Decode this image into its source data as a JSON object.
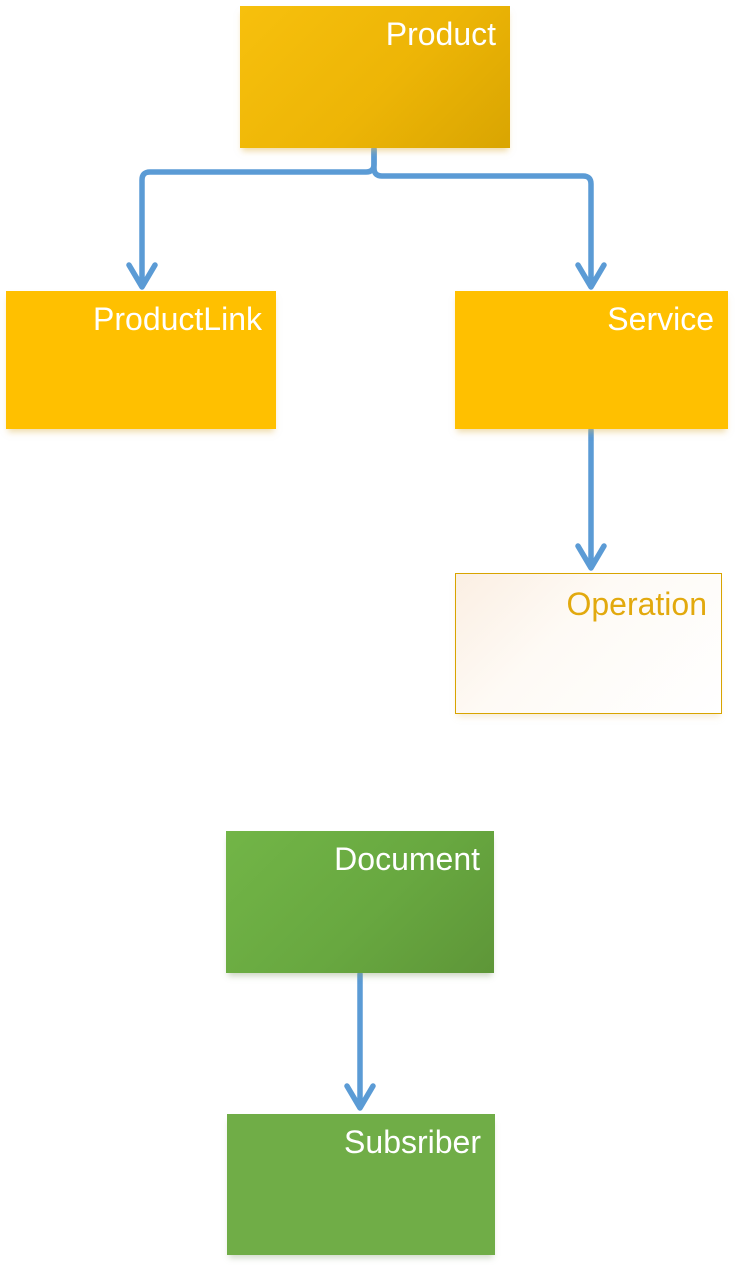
{
  "diagram": {
    "title": "",
    "nodes": {
      "product": {
        "label": "Product",
        "style": "gold-gradient"
      },
      "productlink": {
        "label": "ProductLink",
        "style": "gold-flat"
      },
      "service": {
        "label": "Service",
        "style": "gold-flat"
      },
      "operation": {
        "label": "Operation",
        "style": "white-gold-outline"
      },
      "document": {
        "label": "Document",
        "style": "green-gradient"
      },
      "subsriber": {
        "label": "Subsriber",
        "style": "green-flat"
      }
    },
    "edges": [
      {
        "from": "Product",
        "to": "ProductLink",
        "type": "elbow-arrow"
      },
      {
        "from": "Product",
        "to": "Service",
        "type": "elbow-arrow"
      },
      {
        "from": "Service",
        "to": "Operation",
        "type": "straight-arrow"
      },
      {
        "from": "Document",
        "to": "Subsriber",
        "type": "straight-arrow"
      }
    ],
    "colors": {
      "page_background": "#FFFFFF",
      "gold_gradient_start": "#F7C00D",
      "gold_gradient_mid": "#EDB506",
      "gold_gradient_end": "#D9A502",
      "gold_flat": "#FFC000",
      "operation_fill_tint": "#FBEFE3",
      "operation_border": "#D8A400",
      "operation_text": "#E2A90E",
      "green_gradient_start": "#72B547",
      "green_gradient_mid": "#68A840",
      "green_gradient_end": "#5E9638",
      "green_flat": "#70AD47",
      "connector_blue": "#5B9BD5",
      "label_white": "#FFFFFF"
    }
  }
}
